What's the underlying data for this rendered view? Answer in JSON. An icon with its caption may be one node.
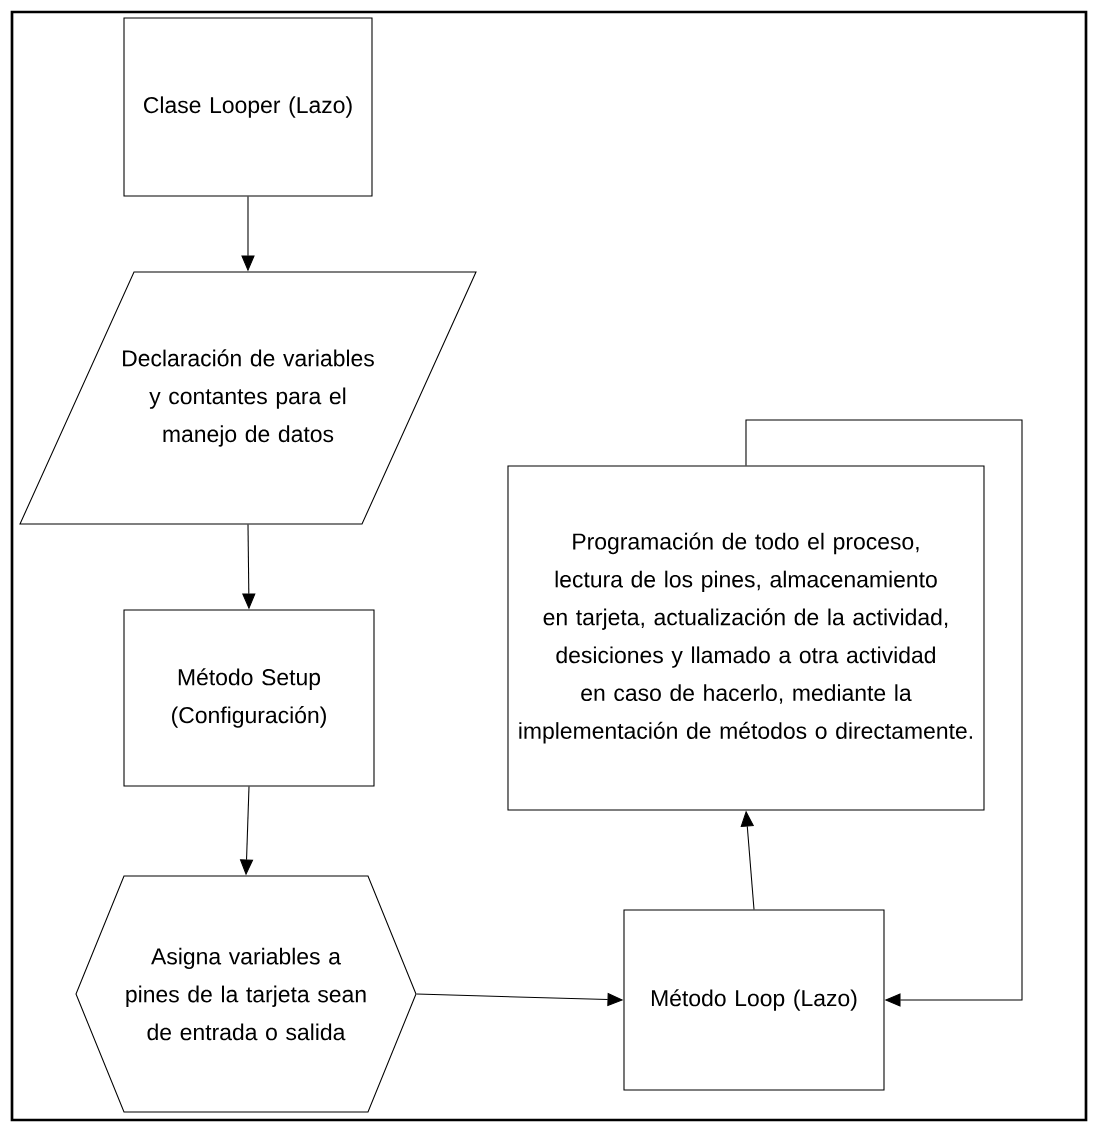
{
  "diagram": {
    "nodes": [
      {
        "text": [
          "Clase Looper (Lazo)"
        ]
      },
      {
        "text": [
          "Declaración de variables y contantes para el manejo de datos"
        ]
      },
      {
        "text": [
          "Método Setup (Configuración)"
        ]
      },
      {
        "text": [
          "Asigna variables a pines de la tarjeta sean de entrada o salida"
        ]
      },
      {
        "text": [
          "Método Loop (Lazo)"
        ]
      },
      {
        "text": [
          "Programación de todo el proceso, lectura de los pines, almacenamiento en tarjeta, actualización de la actividad, desiciones y llamado a otra actividad en caso de hacerlo,  mediante la implementación de métodos o directamente."
        ]
      }
    ],
    "edges": [
      {
        "from": 0,
        "to": 1,
        "arrow": "to"
      },
      {
        "from": 1,
        "to": 2,
        "arrow": "to"
      },
      {
        "from": 2,
        "to": 3,
        "arrow": "to"
      },
      {
        "from": 3,
        "to": 4,
        "arrow": "to"
      },
      {
        "from": 4,
        "to": 5,
        "arrow": "to"
      },
      {
        "from": 5,
        "to": 4,
        "arrow": "to"
      }
    ]
  }
}
